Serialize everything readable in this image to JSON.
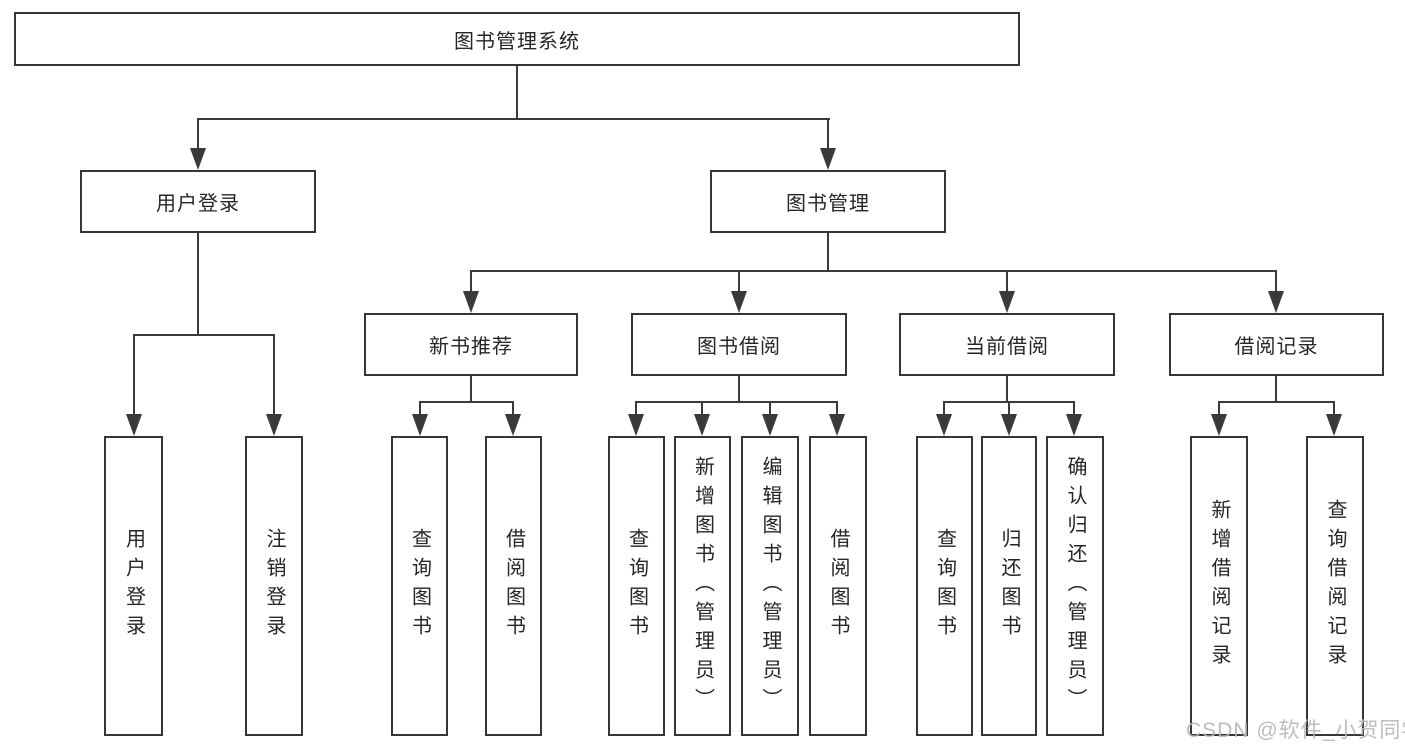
{
  "diagram": {
    "root": {
      "label": "图书管理系统"
    },
    "level2": [
      {
        "label": "用户登录",
        "leaves": [
          {
            "label": "用户登录"
          },
          {
            "label": "注销登录"
          }
        ]
      },
      {
        "label": "图书管理",
        "groups": [
          {
            "label": "新书推荐",
            "leaves": [
              {
                "label": "查询图书"
              },
              {
                "label": "借阅图书"
              }
            ]
          },
          {
            "label": "图书借阅",
            "leaves": [
              {
                "label": "查询图书"
              },
              {
                "label": "新增图书（管理员）"
              },
              {
                "label": "编辑图书（管理员）"
              },
              {
                "label": "借阅图书"
              }
            ]
          },
          {
            "label": "当前借阅",
            "leaves": [
              {
                "label": "查询图书"
              },
              {
                "label": "归还图书"
              },
              {
                "label": "确认归还（管理员）"
              }
            ]
          },
          {
            "label": "借阅记录",
            "leaves": [
              {
                "label": "新增借阅记录"
              },
              {
                "label": "查询借阅记录"
              }
            ]
          }
        ]
      }
    ]
  },
  "watermark": {
    "text": "CSDN @软件_小贺同学"
  },
  "colors": {
    "line": "#3a3a3a",
    "box_border": "#363636",
    "box_fill": "#ffffff",
    "text": "#262626",
    "watermark": "#b6b6b6",
    "background": "#ffffff"
  }
}
